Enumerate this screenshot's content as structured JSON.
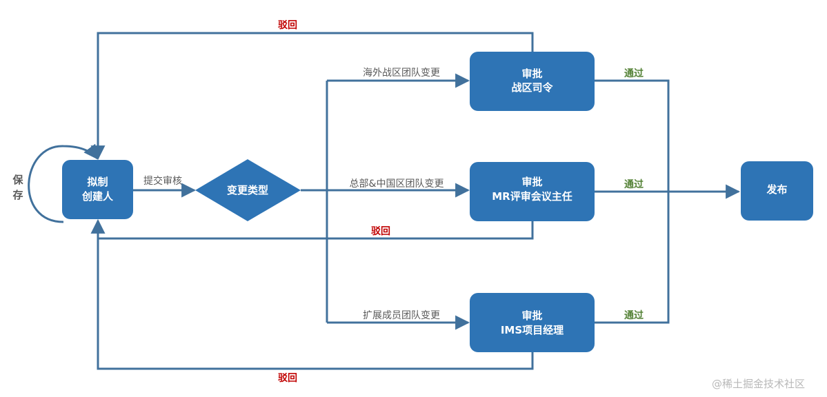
{
  "nodes": {
    "creator": {
      "line1": "拟制",
      "line2": "创建人"
    },
    "change_type": {
      "label": "变更类型"
    },
    "approve_overseas": {
      "line1": "审批",
      "line2": "战区司令"
    },
    "approve_mr": {
      "line1": "审批",
      "line2": "MR评审会议主任"
    },
    "approve_ims": {
      "line1": "审批",
      "line2": "IMS项目经理"
    },
    "publish": {
      "label": "发布"
    }
  },
  "edges": {
    "save_line1": "保",
    "save_line2": "存",
    "submit": "提交审核",
    "overseas_change": "海外战区团队变更",
    "hq_change": "总部&中国区团队变更",
    "expand_change": "扩展成员团队变更",
    "pass_top": "通过",
    "pass_mid": "通过",
    "pass_bottom": "通过",
    "reject_top": "驳回",
    "reject_mid": "驳回",
    "reject_bottom": "驳回"
  },
  "colors": {
    "node_fill": "#2e74b5",
    "line": "#41719c",
    "reject": "#c00000",
    "pass": "#538135"
  },
  "watermark": "@稀土掘金技术社区"
}
